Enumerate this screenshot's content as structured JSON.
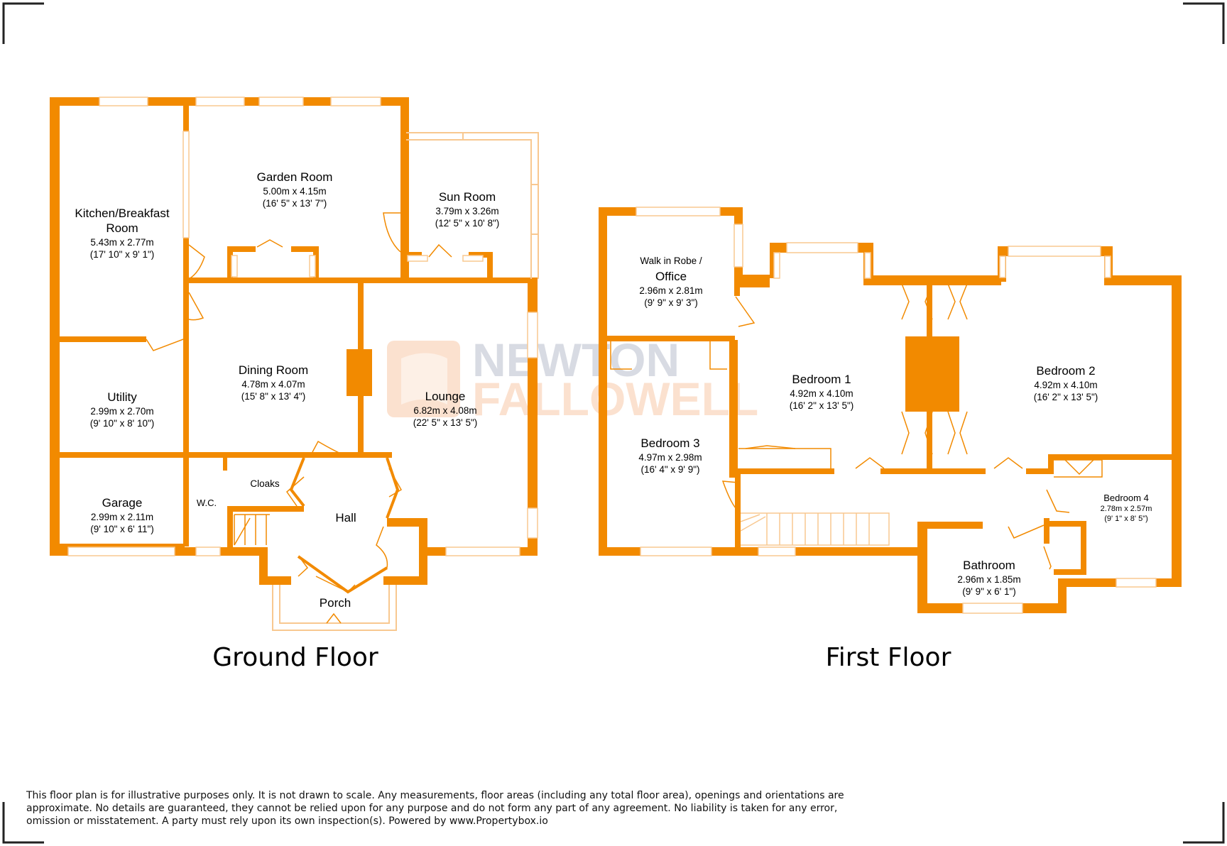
{
  "watermark": {
    "line1": "NEWTON",
    "line2": "FALLOWELL"
  },
  "floors": {
    "ground": "Ground Floor",
    "first": "First Floor"
  },
  "rooms": {
    "kitchen": {
      "name_line1": "Kitchen/Breakfast",
      "name_line2": "Room",
      "metric": "5.43m x 2.77m",
      "imperial": "(17' 10\" x 9' 1\")"
    },
    "garden": {
      "name": "Garden Room",
      "metric": "5.00m x 4.15m",
      "imperial": "(16' 5\" x 13' 7\")"
    },
    "sun": {
      "name": "Sun Room",
      "metric": "3.79m x 3.26m",
      "imperial": "(12' 5\" x 10' 8\")"
    },
    "dining": {
      "name": "Dining Room",
      "metric": "4.78m x 4.07m",
      "imperial": "(15' 8\" x 13' 4\")"
    },
    "lounge": {
      "name": "Lounge",
      "metric": "6.82m x 4.08m",
      "imperial": "(22' 5\" x 13' 5\")"
    },
    "utility": {
      "name": "Utility",
      "metric": "2.99m x 2.70m",
      "imperial": "(9' 10\" x 8' 10\")"
    },
    "garage": {
      "name": "Garage",
      "metric": "2.99m x 2.11m",
      "imperial": "(9' 10\" x 6' 11\")"
    },
    "wc": {
      "name": "W.C."
    },
    "cloaks": {
      "name": "Cloaks"
    },
    "hall": {
      "name": "Hall"
    },
    "porch": {
      "name": "Porch"
    },
    "robe": {
      "name_line1": "Walk in Robe /",
      "name_line2": "Office",
      "metric": "2.96m x 2.81m",
      "imperial": "(9' 9\" x 9' 3\")"
    },
    "bed1": {
      "name": "Bedroom 1",
      "metric": "4.92m x 4.10m",
      "imperial": "(16' 2\" x 13' 5\")"
    },
    "bed2": {
      "name": "Bedroom 2",
      "metric": "4.92m x 4.10m",
      "imperial": "(16' 2\" x 13' 5\")"
    },
    "bed3": {
      "name": "Bedroom 3",
      "metric": "4.97m x 2.98m",
      "imperial": "(16' 4\" x 9' 9\")"
    },
    "bed4": {
      "name": "Bedroom 4",
      "metric": "2.78m x 2.57m",
      "imperial": "(9' 1\" x 8' 5\")"
    },
    "bath": {
      "name": "Bathroom",
      "metric": "2.96m x 1.85m",
      "imperial": "(9' 9\" x 6' 1\")"
    }
  },
  "disclaimer": "This floor plan is for illustrative purposes only. It is not drawn to scale. Any measurements, floor areas (including any total floor area), openings and orientations are approximate. No details are guaranteed, they cannot be relied upon for any purpose and do not form any part of any agreement. No liability is taken for any error, omission or misstatement. A party must rely upon its own inspection(s). Powered by www.Propertybox.io",
  "colors": {
    "wall": "#f28a00",
    "window": "#f8c890",
    "watermark_dark": "#d8dbe3",
    "watermark_light": "#fbe1cf"
  }
}
